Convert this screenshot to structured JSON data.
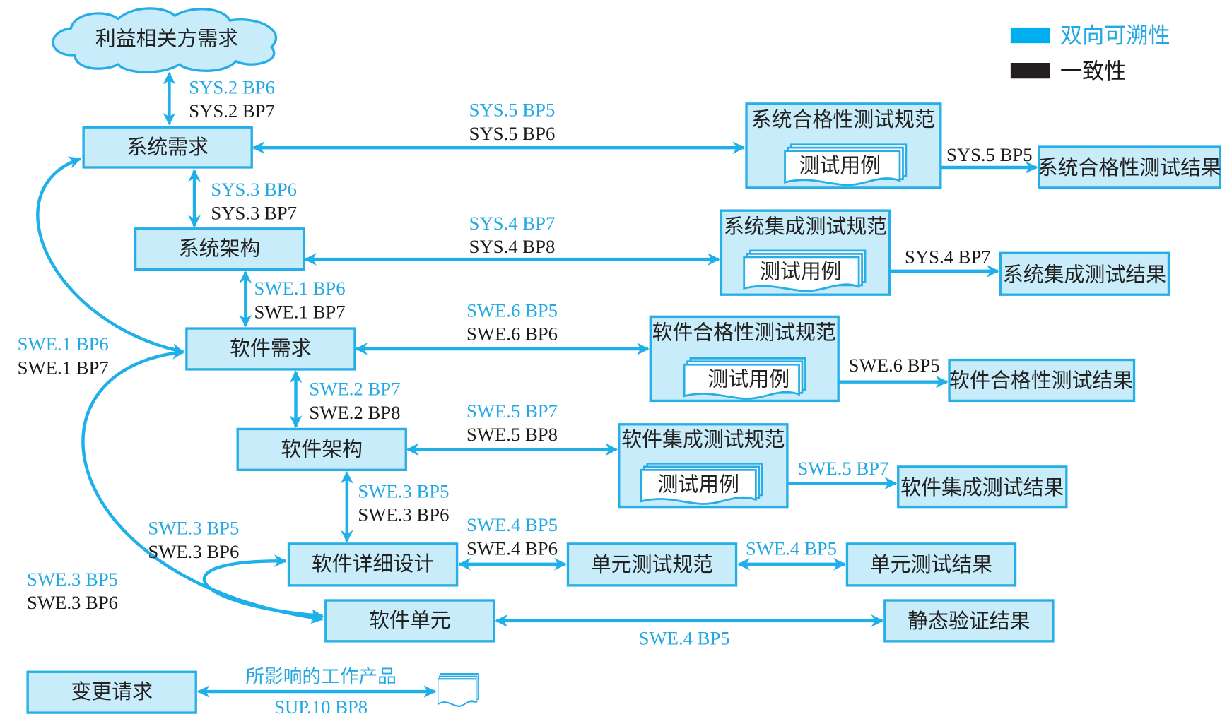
{
  "legend": {
    "items": [
      {
        "label": "双向可溯性",
        "color": "#00aeef"
      },
      {
        "label": "一致性",
        "color": "#231f20"
      }
    ]
  },
  "nodes": {
    "stakeholder": "利益相关方需求",
    "sys_req": "系统需求",
    "sys_arch": "系统架构",
    "sw_req": "软件需求",
    "sw_arch": "软件架构",
    "sw_detail": "软件详细设计",
    "sw_unit": "软件单元",
    "change_req": "变更请求",
    "sys_qual_spec": "系统合格性测试规范",
    "sys_qual_result": "系统合格性测试结果",
    "sys_int_spec": "系统集成测试规范",
    "sys_int_result": "系统集成测试结果",
    "sw_qual_spec": "软件合格性测试规范",
    "sw_qual_result": "软件合格性测试结果",
    "sw_int_spec": "软件集成测试规范",
    "sw_int_result": "软件集成测试结果",
    "unit_spec": "单元测试规范",
    "unit_result": "单元测试结果",
    "static_result": "静态验证结果",
    "test_case": "测试用例"
  },
  "links": {
    "stake_sys": [
      "SYS.2 BP6",
      "SYS.2 BP7"
    ],
    "sysreq_qual": [
      "SYS.5 BP5",
      "SYS.5 BP6"
    ],
    "sysreq_arch": [
      "SYS.3 BP6",
      "SYS.3 BP7"
    ],
    "arch_int": [
      "SYS.4 BP7",
      "SYS.4 BP8"
    ],
    "arch_swreq": [
      "SWE.1 BP6",
      "SWE.1 BP7"
    ],
    "swreq_sysreq": [
      "SWE.1 BP6",
      "SWE.1 BP7"
    ],
    "swreq_qual": [
      "SWE.6 BP5",
      "SWE.6 BP6"
    ],
    "swreq_swarch": [
      "SWE.2 BP7",
      "SWE.2 BP8"
    ],
    "swarch_int": [
      "SWE.5 BP7",
      "SWE.5 BP8"
    ],
    "swarch_detail": [
      "SWE.3 BP5",
      "SWE.3 BP6"
    ],
    "unit_detail": [
      "SWE.3 BP5",
      "SWE.3 BP6"
    ],
    "unit_swreq": [
      "SWE.3 BP5",
      "SWE.3 BP6"
    ],
    "detail_unitspec": [
      "SWE.4 BP5",
      "SWE.4 BP6"
    ],
    "unitspec_result": "SWE.4 BP5",
    "unit_static": "SWE.4 BP5",
    "sys_qual_tc": "SYS.5 BP5",
    "sys_int_tc": "SYS.4 BP7",
    "sw_qual_tc": "SWE.6 BP5",
    "sw_int_tc": "SWE.5 BP7",
    "change": {
      "top": "所影响的工作产品",
      "bottom": "SUP.10 BP8"
    }
  }
}
